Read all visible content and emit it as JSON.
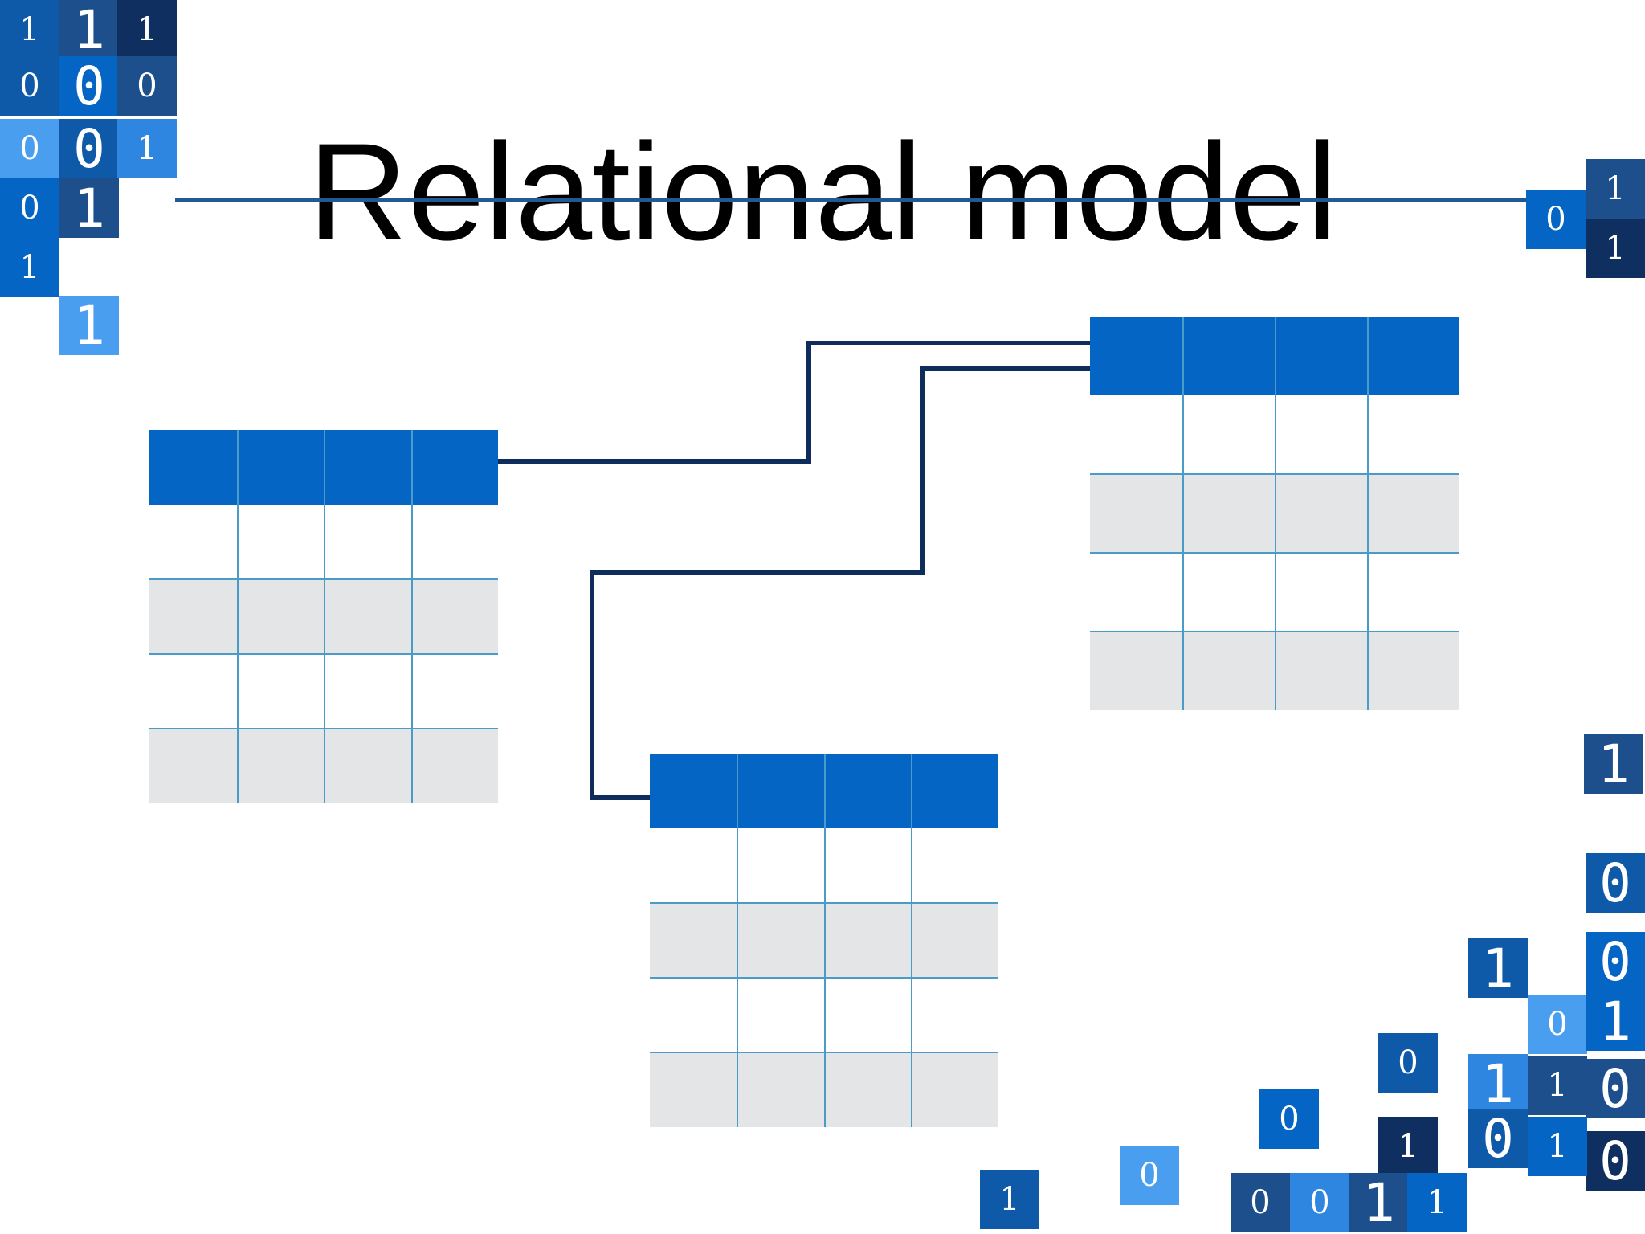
{
  "title": "Relational model",
  "colors": {
    "header": "#0565c4",
    "shaded_row": "#e4e5e7",
    "grid_line": "#4a9bc8",
    "connector": "#0f2d5c",
    "title_rule": "#215a92"
  },
  "diagram": {
    "tables": [
      {
        "name": "left-table",
        "columns": 4,
        "rows": 4
      },
      {
        "name": "right-table",
        "columns": 4,
        "rows": 4
      },
      {
        "name": "bottom-table",
        "columns": 4,
        "rows": 4
      }
    ],
    "relationships": [
      {
        "from": "left-table",
        "to": "right-table"
      },
      {
        "from": "bottom-table",
        "to": "right-table"
      }
    ]
  },
  "decoration": {
    "binary_tiles": [
      {
        "text": "1",
        "color": "#0f5aa8"
      },
      {
        "text": "1",
        "color": "#1c4f8c"
      },
      {
        "text": "1",
        "color": "#0e2f60"
      },
      {
        "text": "0",
        "color": "#0f5aa8"
      },
      {
        "text": "0",
        "color": "#0565c4"
      },
      {
        "text": "0",
        "color": "#1c4f8c"
      },
      {
        "text": "0",
        "color": "#4a9ef0"
      },
      {
        "text": "0",
        "color": "#0f5aa8"
      },
      {
        "text": "1",
        "color": "#2f86e0"
      },
      {
        "text": "0",
        "color": "#0565c4"
      },
      {
        "text": "1",
        "color": "#1c4f8c"
      },
      {
        "text": "1",
        "color": "#0565c4"
      },
      {
        "text": "1",
        "color": "#4a9ef0"
      },
      {
        "text": "0",
        "color": "#0565c4"
      },
      {
        "text": "1",
        "color": "#1c4f8c"
      },
      {
        "text": "1",
        "color": "#0e2f60"
      },
      {
        "text": "1",
        "color": "#1c4f8c"
      },
      {
        "text": "0",
        "color": "#0f5aa8"
      },
      {
        "text": "0",
        "color": "#0565c4"
      },
      {
        "text": "1",
        "color": "#0f5aa8"
      },
      {
        "text": "0",
        "color": "#4a9ef0"
      },
      {
        "text": "1",
        "color": "#0565c4"
      },
      {
        "text": "0",
        "color": "#1c4f8c"
      },
      {
        "text": "0",
        "color": "#0e2f60"
      },
      {
        "text": "1",
        "color": "#2f86e0"
      },
      {
        "text": "1",
        "color": "#1c4f8c"
      },
      {
        "text": "0",
        "color": "#0f5aa8"
      },
      {
        "text": "1",
        "color": "#0565c4"
      },
      {
        "text": "0",
        "color": "#0f5aa8"
      },
      {
        "text": "1",
        "color": "#0e2f60"
      },
      {
        "text": "1",
        "color": "#1c4f8c"
      },
      {
        "text": "0",
        "color": "#2f86e0"
      },
      {
        "text": "1",
        "color": "#0565c4"
      },
      {
        "text": "0",
        "color": "#0565c4"
      },
      {
        "text": "0",
        "color": "#4a9ef0"
      },
      {
        "text": "1",
        "color": "#0f5aa8"
      },
      {
        "text": "0",
        "color": "#1c4f8c"
      }
    ]
  }
}
